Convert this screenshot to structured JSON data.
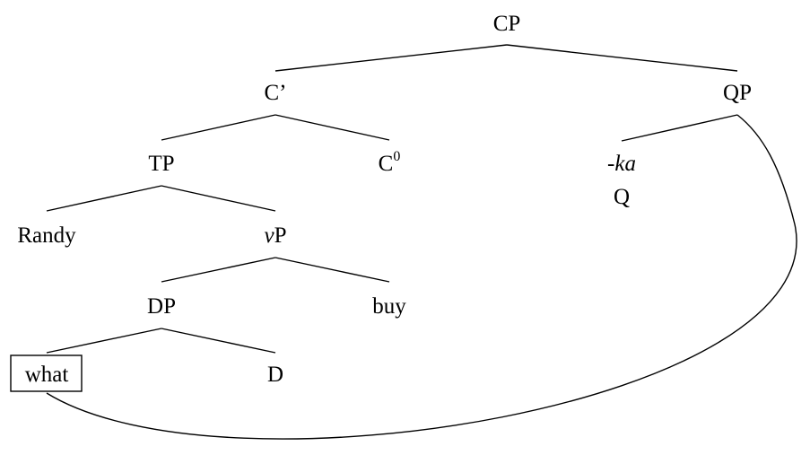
{
  "tree": {
    "nodes": {
      "cp": "CP",
      "c_bar": "C’",
      "qp": "QP",
      "tp": "TP",
      "c0_base": "C",
      "c0_sup": "0",
      "ka": "-ka",
      "q": "Q",
      "randy": "Randy",
      "vp_v": "v",
      "vp_p": "P",
      "dp": "DP",
      "buy": "buy",
      "what": "what",
      "d": "D"
    },
    "highlighted_node": "what",
    "movement_arc": {
      "from": "what",
      "to": "QP"
    }
  }
}
